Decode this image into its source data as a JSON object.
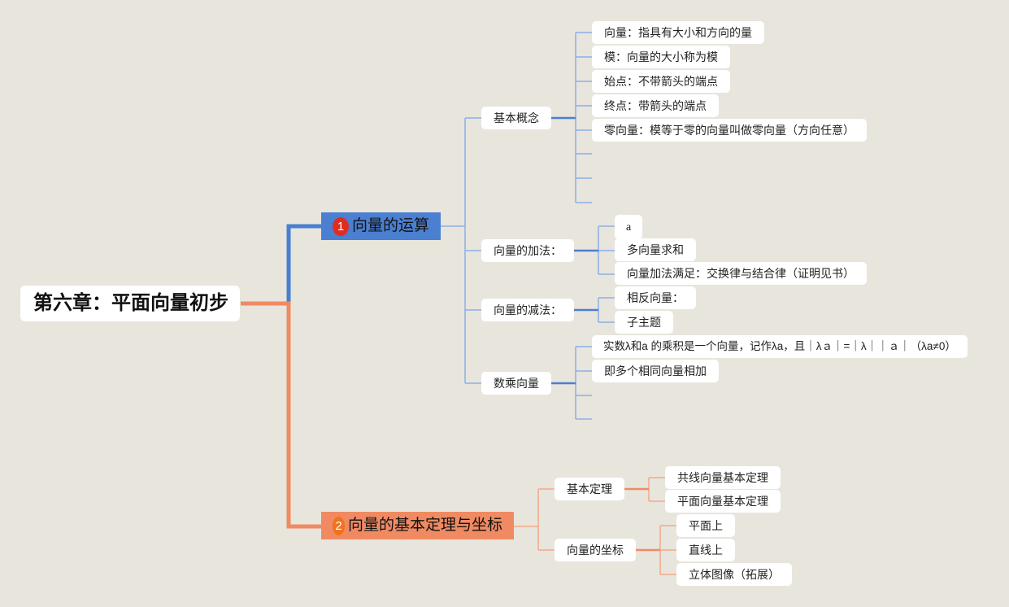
{
  "root": {
    "label": "第六章：平面向量初步"
  },
  "colors": {
    "blue": "#4a7fd1",
    "blue_light": "#8ab0e6",
    "orange": "#f08a62",
    "orange_light": "#f4a98a",
    "badge_red": "#e02d1f",
    "badge_orange": "#f0721c"
  },
  "branches": [
    {
      "num": "1",
      "label": "向量的运算",
      "children": [
        {
          "label": "基本概念",
          "items": [
            "向量：指具有大小和方向的量",
            "模：向量的大小称为模",
            "始点：不带箭头的端点",
            "终点：带箭头的端点",
            "零向量：模等于零的向量叫做零向量（方向任意）"
          ]
        },
        {
          "label": "向量的加法：",
          "items": [
            "a",
            "多向量求和",
            "向量加法满足：交换律与结合律（证明见书）"
          ]
        },
        {
          "label": "向量的减法：",
          "items": [
            "相反向量：",
            "子主题"
          ]
        },
        {
          "label": "数乘向量",
          "items": [
            "实数λ和a 的乘积是一个向量，记作λa，且｜λａ｜=｜λ｜｜ａ｜（λa≠0）",
            "即多个相同向量相加"
          ]
        }
      ]
    },
    {
      "num": "2",
      "label": "向量的基本定理与坐标",
      "children": [
        {
          "label": "基本定理",
          "items": [
            "共线向量基本定理",
            "平面向量基本定理"
          ]
        },
        {
          "label": "向量的坐标",
          "items": [
            "平面上",
            "直线上",
            "立体图像（拓展）"
          ]
        }
      ]
    }
  ]
}
